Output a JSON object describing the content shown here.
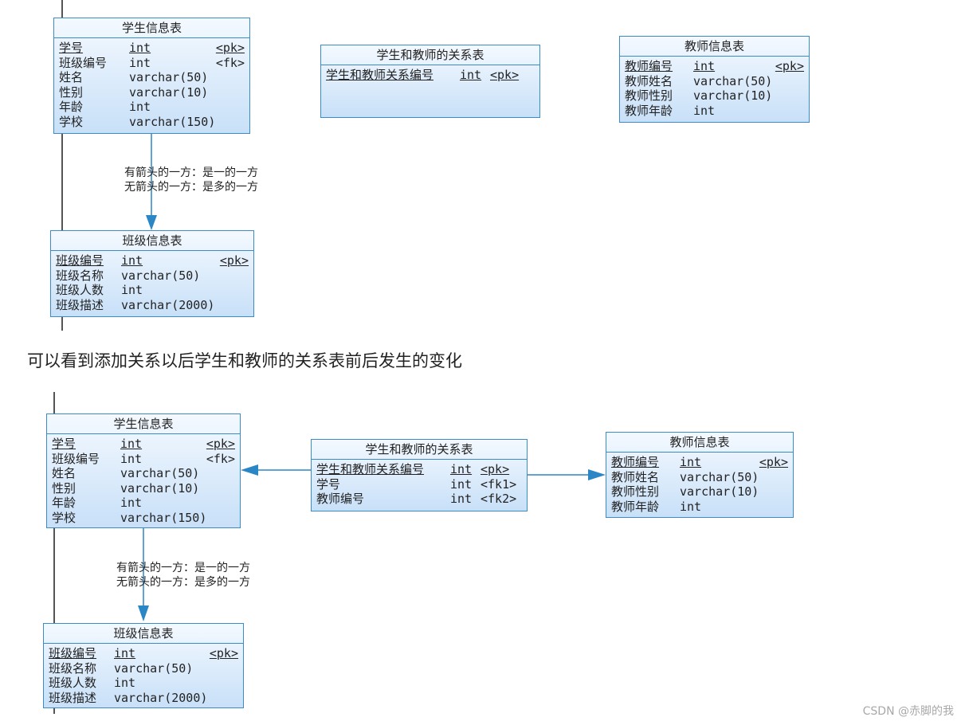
{
  "caption": "可以看到添加关系以后学生和教师的关系表前后发生的变化",
  "watermark": "CSDN @赤脚的我",
  "note": {
    "line1": "有箭头的一方：是一的一方",
    "line2": "无箭头的一方：是多的一方"
  },
  "before": {
    "student": {
      "title": "学生信息表",
      "rows": [
        {
          "name": "学号",
          "type": "int",
          "key": "<pk>"
        },
        {
          "name": "班级编号",
          "type": "int",
          "key": "<fk>"
        },
        {
          "name": "姓名",
          "type": "varchar(50)",
          "key": ""
        },
        {
          "name": "性别",
          "type": "varchar(10)",
          "key": ""
        },
        {
          "name": "年龄",
          "type": "int",
          "key": ""
        },
        {
          "name": "学校",
          "type": "varchar(150)",
          "key": ""
        }
      ]
    },
    "relation": {
      "title": "学生和教师的关系表",
      "rows": [
        {
          "name": "学生和教师关系编号",
          "type": "int",
          "key": "<pk>"
        }
      ]
    },
    "teacher": {
      "title": "教师信息表",
      "rows": [
        {
          "name": "教师编号",
          "type": "int",
          "key": "<pk>"
        },
        {
          "name": "教师姓名",
          "type": "varchar(50)",
          "key": ""
        },
        {
          "name": "教师性别",
          "type": "varchar(10)",
          "key": ""
        },
        {
          "name": "教师年龄",
          "type": "int",
          "key": ""
        }
      ]
    },
    "class": {
      "title": "班级信息表",
      "rows": [
        {
          "name": "班级编号",
          "type": "int",
          "key": "<pk>"
        },
        {
          "name": "班级名称",
          "type": "varchar(50)",
          "key": ""
        },
        {
          "name": "班级人数",
          "type": "int",
          "key": ""
        },
        {
          "name": "班级描述",
          "type": "varchar(2000)",
          "key": ""
        }
      ]
    }
  },
  "after": {
    "student": {
      "title": "学生信息表",
      "rows": [
        {
          "name": "学号",
          "type": "int",
          "key": "<pk>"
        },
        {
          "name": "班级编号",
          "type": "int",
          "key": "<fk>"
        },
        {
          "name": "姓名",
          "type": "varchar(50)",
          "key": ""
        },
        {
          "name": "性别",
          "type": "varchar(10)",
          "key": ""
        },
        {
          "name": "年龄",
          "type": "int",
          "key": ""
        },
        {
          "name": "学校",
          "type": "varchar(150)",
          "key": ""
        }
      ]
    },
    "relation": {
      "title": "学生和教师的关系表",
      "rows": [
        {
          "name": "学生和教师关系编号",
          "type": "int",
          "key": "<pk>"
        },
        {
          "name": "学号",
          "type": "int",
          "key": "<fk1>"
        },
        {
          "name": "教师编号",
          "type": "int",
          "key": "<fk2>"
        }
      ]
    },
    "teacher": {
      "title": "教师信息表",
      "rows": [
        {
          "name": "教师编号",
          "type": "int",
          "key": "<pk>"
        },
        {
          "name": "教师姓名",
          "type": "varchar(50)",
          "key": ""
        },
        {
          "name": "教师性别",
          "type": "varchar(10)",
          "key": ""
        },
        {
          "name": "教师年龄",
          "type": "int",
          "key": ""
        }
      ]
    },
    "class": {
      "title": "班级信息表",
      "rows": [
        {
          "name": "班级编号",
          "type": "int",
          "key": "<pk>"
        },
        {
          "name": "班级名称",
          "type": "varchar(50)",
          "key": ""
        },
        {
          "name": "班级人数",
          "type": "int",
          "key": ""
        },
        {
          "name": "班级描述",
          "type": "varchar(2000)",
          "key": ""
        }
      ]
    }
  },
  "colors": {
    "entity_border": "#3c8ac6",
    "arrow": "#2b86c5"
  }
}
